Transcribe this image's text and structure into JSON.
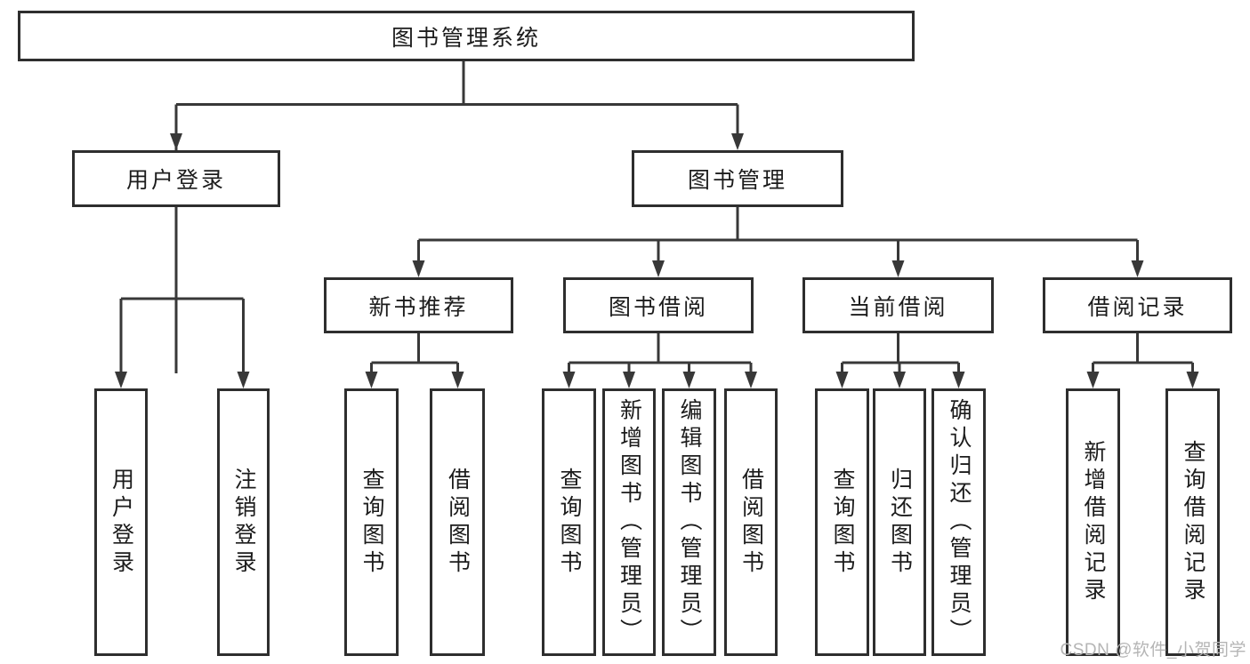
{
  "tree": {
    "label": "图书管理系统",
    "children": [
      {
        "label": "用户登录",
        "children": [
          {
            "label": "用户登录"
          },
          {
            "label": "注销登录"
          }
        ]
      },
      {
        "label": "图书管理",
        "children": [
          {
            "label": "新书推荐",
            "children": [
              {
                "label": "查询图书"
              },
              {
                "label": "借阅图书"
              }
            ]
          },
          {
            "label": "图书借阅",
            "children": [
              {
                "label": "查询图书"
              },
              {
                "label": "新增图书（管理员）"
              },
              {
                "label": "编辑图书（管理员）"
              },
              {
                "label": "借阅图书"
              }
            ]
          },
          {
            "label": "当前借阅",
            "children": [
              {
                "label": "查询图书"
              },
              {
                "label": "归还图书"
              },
              {
                "label": "确认归还（管理员）"
              }
            ]
          },
          {
            "label": "借阅记录",
            "children": [
              {
                "label": "新增借阅记录"
              },
              {
                "label": "查询借阅记录"
              }
            ]
          }
        ]
      }
    ]
  },
  "watermark": "CSDN @软件_小贺同学",
  "colors": {
    "line": "#383838",
    "border": "#2e2e2e",
    "text": "#1c1c1c",
    "watermark": "#b5b5b5",
    "background": "#ffffff"
  }
}
